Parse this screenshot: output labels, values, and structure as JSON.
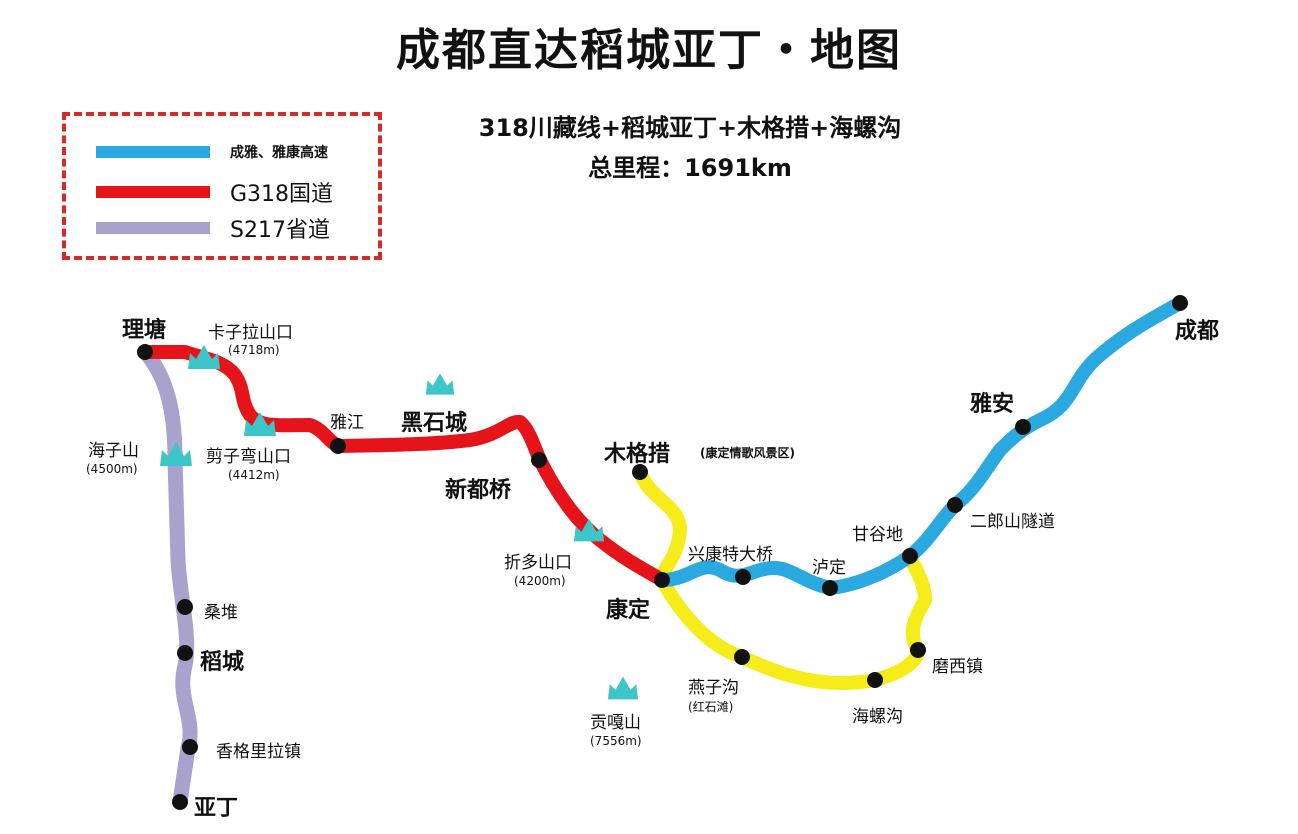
{
  "title": "成都直达稻城亚丁・地图",
  "subtitle": {
    "line1": "318川藏线+稻城亚丁+木格措+海螺沟",
    "line2": "总里程：1691km"
  },
  "legend": {
    "items": [
      {
        "label": "成雅、雅康高速",
        "color": "#29a9e0"
      },
      {
        "label": "G318国道",
        "color": "#e5141b"
      },
      {
        "label": "S217省道",
        "color": "#a9a2cc"
      }
    ]
  },
  "colors": {
    "expressway": "#29a9e0",
    "g318": "#e5141b",
    "s217": "#a9a2cc",
    "scenic": "#f5ec1a",
    "mountain": "#3cc6c8",
    "stop": "#111111",
    "legend_border": "#d42a2a"
  },
  "places": {
    "chengdu": "成都",
    "yaan": "雅安",
    "erlangshan": "二郎山隧道",
    "gangudi": "甘谷地",
    "luding": "泸定",
    "xingkang": "兴康特大桥",
    "kangding": "康定",
    "mugecuo": "木格措",
    "mugecuo_note": "(康定情歌风景区)",
    "zheduo": "折多山口",
    "zheduo_alt": "(4200m)",
    "xinduqiao": "新都桥",
    "heishicheng": "黑石城",
    "yajiang": "雅江",
    "jianziwan": "剪子弯山口",
    "jianziwan_alt": "(4412m)",
    "kazila": "卡子拉山口",
    "kazila_alt": "(4718m)",
    "litang": "理塘",
    "haizishan": "海子山",
    "haizishan_alt": "(4500m)",
    "sangdui": "桑堆",
    "daocheng": "稻城",
    "xianggelila": "香格里拉镇",
    "yading": "亚丁",
    "moxi": "磨西镇",
    "hailuogou": "海螺沟",
    "yanzigou": "燕子沟",
    "yanzigou_note": "(红石滩)",
    "gongga": "贡嘎山",
    "gongga_alt": "(7556m)"
  }
}
